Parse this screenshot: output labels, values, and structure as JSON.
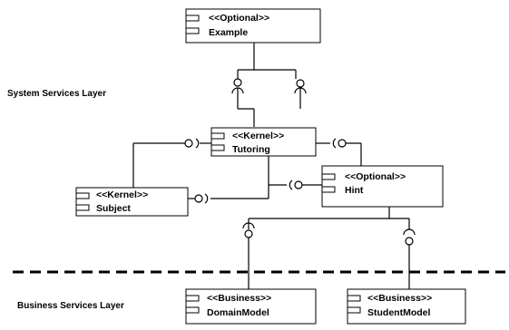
{
  "layers": {
    "system": "System Services Layer",
    "business": "Business Services Layer"
  },
  "components": {
    "example": {
      "stereotype": "<<Optional>>",
      "name": "Example"
    },
    "tutoring": {
      "stereotype": "<<Kernel>>",
      "name": "Tutoring"
    },
    "hint": {
      "stereotype": "<<Optional>>",
      "name": "Hint"
    },
    "subject": {
      "stereotype": "<<Kernel>>",
      "name": "Subject"
    },
    "domainmodel": {
      "stereotype": "<<Business>>",
      "name": "DomainModel"
    },
    "studentmodel": {
      "stereotype": "<<Business>>",
      "name": "StudentModel"
    }
  }
}
